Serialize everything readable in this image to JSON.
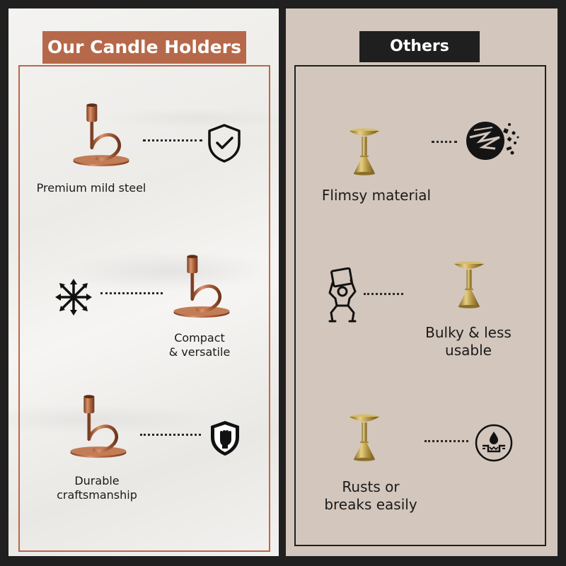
{
  "left_panel": {
    "title": "Our Candle Holders",
    "features": [
      {
        "label": "Premium mild steel",
        "icon": "shield-check-icon"
      },
      {
        "label_line1": "Compact",
        "label_line2": "& versatile",
        "icon": "expand-arrows-icon"
      },
      {
        "label_line1": "Durable",
        "label_line2": "craftsmanship",
        "icon": "shield-fist-icon"
      }
    ]
  },
  "right_panel": {
    "title": "Others",
    "features": [
      {
        "label": "Flimsy material",
        "icon": "shattered-circle-icon"
      },
      {
        "label_line1": "Bulky & less",
        "label_line2": "usable",
        "icon": "heavy-lifting-icon"
      },
      {
        "label_line1": "Rusts or",
        "label_line2": "breaks easily",
        "icon": "water-damage-icon"
      }
    ]
  },
  "colors": {
    "background": "#202020",
    "accent_copper": "#b6694a",
    "right_bg": "#d3c6bc",
    "dark": "#1f1f1f"
  }
}
